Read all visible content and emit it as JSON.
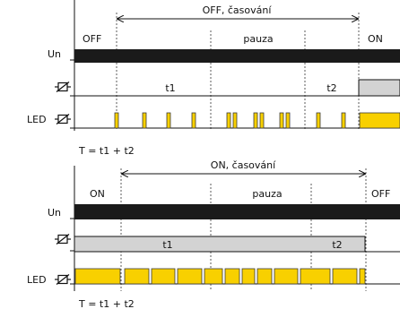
{
  "top": {
    "span_label": "OFF, časování",
    "phase_start": "OFF",
    "phase_mid": "pauza",
    "phase_end": "ON",
    "t1": "t1",
    "t2": "t2",
    "formula": "T = t1 + t2"
  },
  "bottom": {
    "span_label": "ON, časování",
    "phase_start": "ON",
    "phase_mid": "pauza",
    "phase_end": "OFF",
    "t1": "t1",
    "t2": "t2",
    "formula": "T = t1 + t2"
  },
  "rows": {
    "un": "Un",
    "led": "LED"
  },
  "icons": [
    "relay-coil-icon"
  ],
  "colors": {
    "supply_bar": "#1a1a1a",
    "relay_on": "#d3d3d3",
    "led": "#f8d000"
  }
}
